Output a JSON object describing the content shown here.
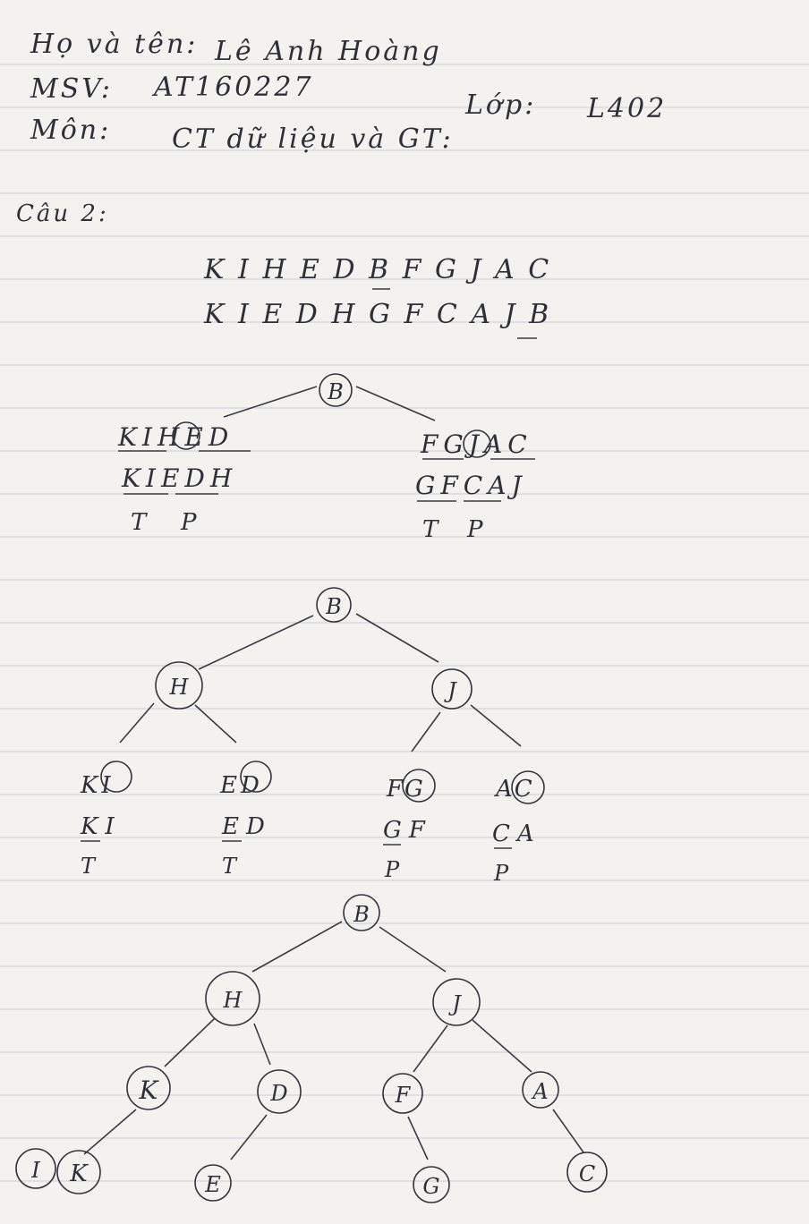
{
  "header": {
    "name_label": "Họ và tên:",
    "name_value": "Lê Anh Hoàng",
    "msv_label": "MSV:",
    "msv_value": "AT160227",
    "class_label": "Lớp:",
    "class_value": "L402",
    "subject_label": "Môn:",
    "subject_value": "CT dữ liệu và GT:"
  },
  "question": "Câu 2:",
  "sequences": {
    "line1": "K I H E D B F G J A C",
    "line2": "K I E D H G F C A J B"
  },
  "step1": {
    "root": "B",
    "left": {
      "inorder": "KIHED",
      "postorder": "KIEDH",
      "node": "H",
      "labels": [
        "T",
        "P"
      ]
    },
    "right": {
      "inorder": "FGJAC",
      "postorder": "GFCAJ",
      "node": "J",
      "labels": [
        "T",
        "P"
      ]
    }
  },
  "step2": {
    "root": "B",
    "left_child": "H",
    "right_child": "J",
    "subtrees": [
      {
        "top": "KI",
        "node": "I",
        "bottom": "KI",
        "label": "T"
      },
      {
        "top": "ED",
        "node": "D",
        "bottom": "ED",
        "label": "T"
      },
      {
        "top": "FG",
        "node": "G",
        "bottom": "GF",
        "label": "P"
      },
      {
        "top": "AC",
        "node": "C",
        "bottom": "CA",
        "label": "P"
      }
    ]
  },
  "step3": {
    "nodes": [
      "B",
      "H",
      "J",
      "K",
      "D",
      "F",
      "A",
      "I",
      "K",
      "E",
      "G",
      "C"
    ]
  }
}
